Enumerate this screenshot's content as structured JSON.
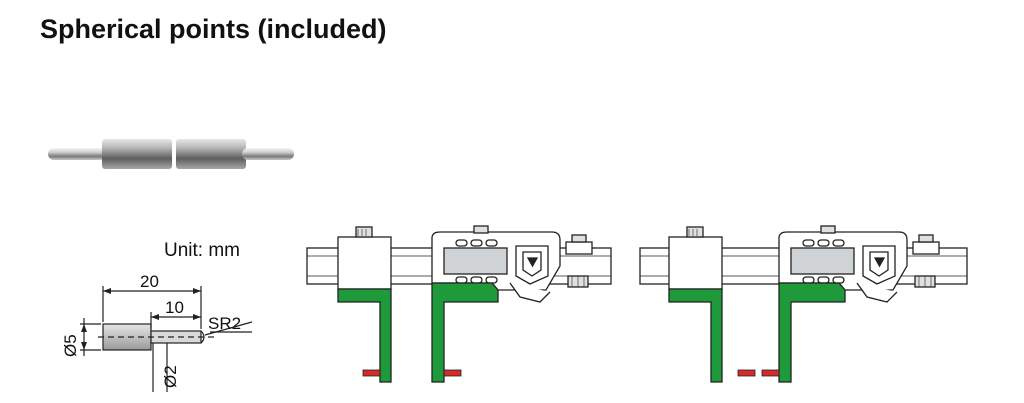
{
  "header": {
    "title": "Spherical points (included)"
  },
  "drawing": {
    "unit_label": "Unit: mm",
    "dim_length": "20",
    "dim_step": "10",
    "dim_radius": "SR2",
    "dim_dia_large": "Ø5",
    "dim_dia_small": "Ø2"
  },
  "colors": {
    "jaw_green": "#1e9a3a",
    "tip_red": "#d42a2a",
    "outline": "#222222",
    "display": "#cfd3d6"
  }
}
